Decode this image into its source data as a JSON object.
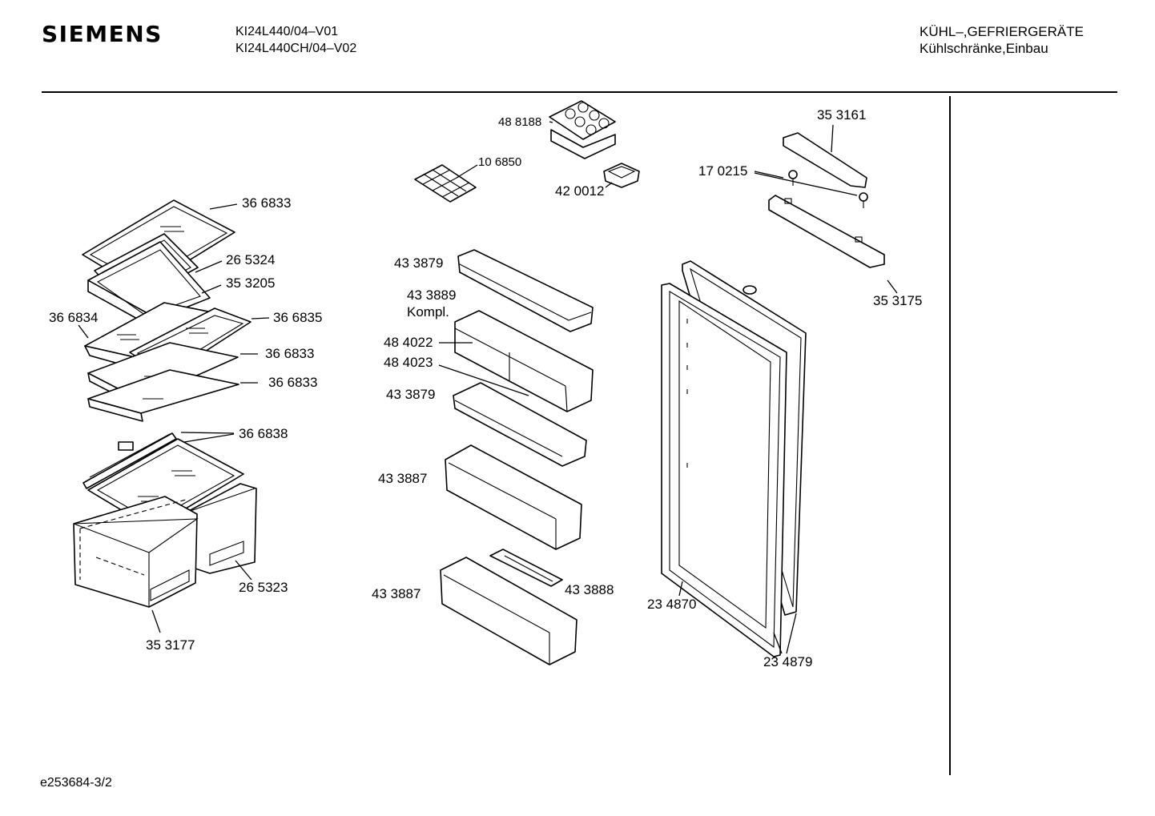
{
  "header": {
    "brand": "SIEMENS",
    "model_lines": [
      "KI24L440/04–V01",
      "KI24L440CH/04–V02"
    ],
    "category_lines": [
      "KÜHL–,GEFRIERGERÄTE",
      "Kühlschränke,Einbau"
    ]
  },
  "footer": {
    "drawing_id": "e253684-3/2"
  },
  "parts": [
    {
      "id": "p366833a",
      "text": "36 6833"
    },
    {
      "id": "p265324",
      "text": "26 5324"
    },
    {
      "id": "p353205",
      "text": "35 3205"
    },
    {
      "id": "p366834",
      "text": "36 6834"
    },
    {
      "id": "p366835",
      "text": "36 6835"
    },
    {
      "id": "p366833b",
      "text": "36 6833"
    },
    {
      "id": "p366833c",
      "text": "36 6833"
    },
    {
      "id": "p366838",
      "text": "36 6838"
    },
    {
      "id": "p265323",
      "text": "26 5323"
    },
    {
      "id": "p353177",
      "text": "35 3177"
    },
    {
      "id": "p488188",
      "text": "48 8188"
    },
    {
      "id": "p106850",
      "text": "10 6850"
    },
    {
      "id": "p420012",
      "text": "42 0012"
    },
    {
      "id": "p433879a",
      "text": "43 3879"
    },
    {
      "id": "p433889",
      "text": "43 3889"
    },
    {
      "id": "p433889k",
      "text": "Kompl."
    },
    {
      "id": "p484022",
      "text": "48 4022"
    },
    {
      "id": "p484023",
      "text": "48 4023"
    },
    {
      "id": "p433879b",
      "text": "43 3879"
    },
    {
      "id": "p433887a",
      "text": "43 3887"
    },
    {
      "id": "p433887b",
      "text": "43 3887"
    },
    {
      "id": "p433888",
      "text": "43 3888"
    },
    {
      "id": "p353161",
      "text": "35 3161"
    },
    {
      "id": "p170215",
      "text": "17 0215"
    },
    {
      "id": "p353175",
      "text": "35 3175"
    },
    {
      "id": "p234870",
      "text": "23 4870"
    },
    {
      "id": "p234879",
      "text": "23 4879"
    }
  ]
}
